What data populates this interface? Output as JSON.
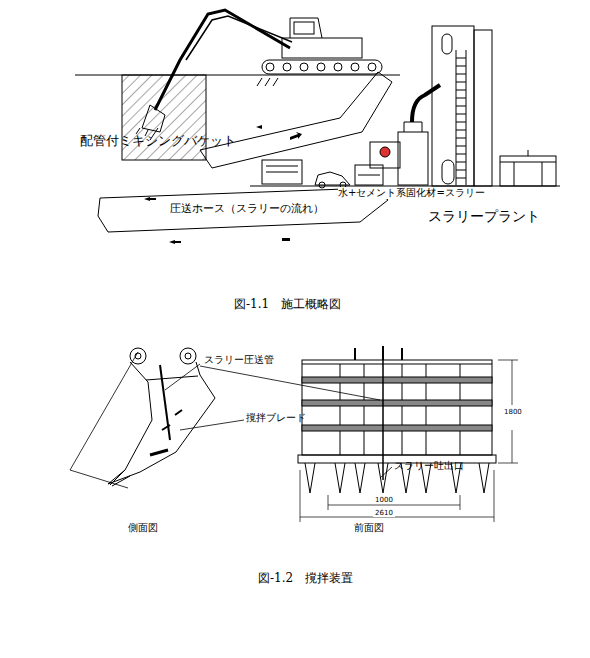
{
  "diagram": {
    "labels": [
      "配管付ミキシングバケット",
      "圧送ホース（スラリーの流れ）",
      "水+セメント系固化材=スラリー",
      "スラリープラント",
      "図-1.1　施工概略図",
      "スラリー圧送管",
      "撹拌ブレード",
      "スラリー吐出口",
      "側面図",
      "前面図",
      "1000",
      "2610",
      "1800",
      "図-1.2　撹拌装置"
    ]
  }
}
